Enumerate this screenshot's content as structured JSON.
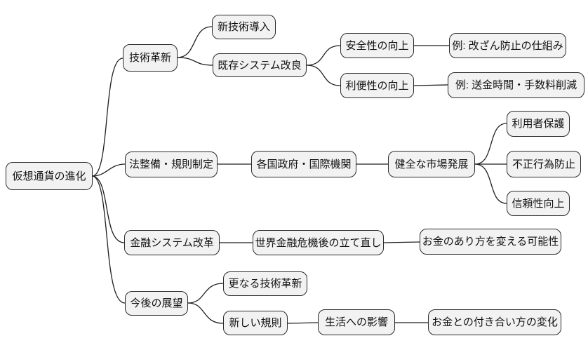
{
  "diagram": {
    "type": "mindmap",
    "orientation": "left-to-right",
    "colors": {
      "background": "#ffffff",
      "node_fill": "#f2f2f2",
      "node_border": "#2b2b2b",
      "edge": "#1f1f1f",
      "text": "#111111"
    },
    "tree": {
      "label": "仮想通貨の進化",
      "children": [
        {
          "label": "技術革新",
          "children": [
            {
              "label": "新技術導入"
            },
            {
              "label": "既存システム改良",
              "children": [
                {
                  "label": "安全性の向上",
                  "children": [
                    {
                      "label": "例: 改ざん防止の仕組み"
                    }
                  ]
                },
                {
                  "label": "利便性の向上",
                  "children": [
                    {
                      "label": "例: 送金時間・手数料削減"
                    }
                  ]
                }
              ]
            }
          ]
        },
        {
          "label": "法整備・規則制定",
          "children": [
            {
              "label": "各国政府・国際機関",
              "children": [
                {
                  "label": "健全な市場発展",
                  "children": [
                    {
                      "label": "利用者保護"
                    },
                    {
                      "label": "不正行為防止"
                    },
                    {
                      "label": "信頼性向上"
                    }
                  ]
                }
              ]
            }
          ]
        },
        {
          "label": "金融システム改革",
          "children": [
            {
              "label": "世界金融危機後の立て直し",
              "children": [
                {
                  "label": "お金のあり方を変える可能性"
                }
              ]
            }
          ]
        },
        {
          "label": "今後の展望",
          "children": [
            {
              "label": "更なる技術革新"
            },
            {
              "label": "新しい規則",
              "children": [
                {
                  "label": "生活への影響",
                  "children": [
                    {
                      "label": "お金との付き合い方の変化"
                    }
                  ]
                }
              ]
            }
          ]
        }
      ]
    }
  }
}
